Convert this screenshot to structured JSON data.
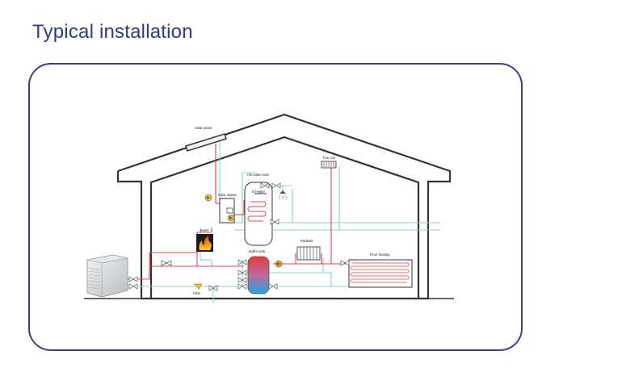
{
  "page": {
    "title": "Typical installation"
  },
  "labels": {
    "solar_panel": "Solar panel",
    "solar_station": "Solar station",
    "hot_water_tank": "Hot water tank",
    "e_heater": "E-heater",
    "fan_coil": "Fan coil",
    "boiler": "Boiler",
    "buffer_tank": "Buffer tank",
    "radiator": "Radiator",
    "floor_heating": "Floor heating",
    "filter": "Filter"
  },
  "colors": {
    "title": "#2e3a8c",
    "frame": "#3d3f86",
    "hot": "#e8413c",
    "cold": "#7fd3d6",
    "house": "#333333"
  }
}
